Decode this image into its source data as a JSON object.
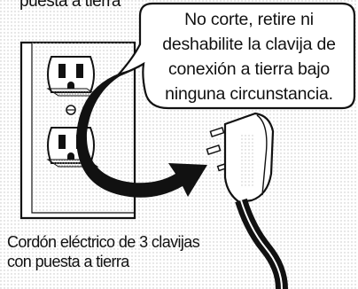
{
  "top_label": "puesta a tierra",
  "warning": {
    "lines": [
      "No corte, retire ni",
      "deshabilite la clavija de",
      "conexión a tierra bajo",
      "ninguna circunstancia."
    ]
  },
  "cord_label": {
    "lines": [
      "Cordón eléctrico de 3 clavijas",
      "con puesta a tierra"
    ]
  },
  "colors": {
    "ink": "#111111",
    "dots": "#c8c8c8",
    "plate_shade": "#d9d9d9"
  }
}
